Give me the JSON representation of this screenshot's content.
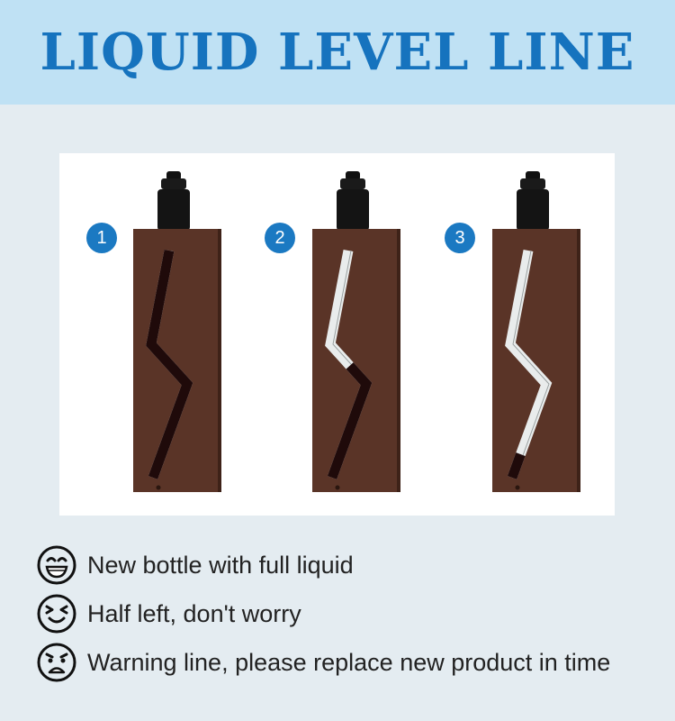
{
  "header": {
    "title": "LIQUID LEVEL LINE"
  },
  "steps": [
    {
      "number": "1",
      "liquid_level": 1.0
    },
    {
      "number": "2",
      "liquid_level": 0.5
    },
    {
      "number": "3",
      "liquid_level": 0.1
    }
  ],
  "legend": [
    {
      "icon": "happy-face-icon",
      "text": "New bottle with full liquid"
    },
    {
      "icon": "wink-face-icon",
      "text": "Half left, don't worry"
    },
    {
      "icon": "sad-face-icon",
      "text": "Warning line, please replace new product in time"
    }
  ],
  "colors": {
    "banner": "#bfe1f4",
    "title": "#1673be",
    "badge": "#1b79c2",
    "bottle": "#5a3427",
    "liquid": "#1f0a0a",
    "window_empty": "#e9ecec"
  }
}
